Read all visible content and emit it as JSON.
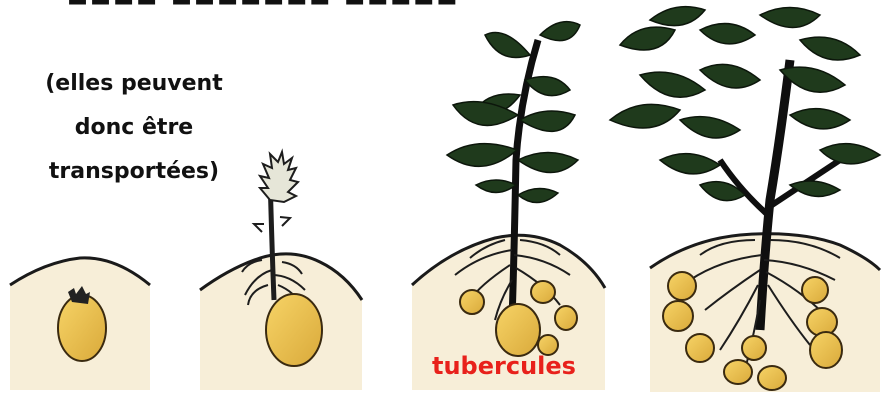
{
  "top_text": "▪▪▪▪ ▪▪▪▪▪▪▪ ▪▪▪▪▪",
  "caption": {
    "line1": "(elles peuvent",
    "line2": "donc être",
    "line3": "transportées)"
  },
  "tuber_label": "tubercules",
  "colors": {
    "soil": "#f7eed8",
    "soil_outline": "#1a1a1a",
    "tuber": "#efc34a",
    "tuber_outline": "#3a2a10",
    "leaf": "#1f3a1c",
    "label_red": "#e8211b"
  },
  "stages": [
    {
      "name": "tuber-planted"
    },
    {
      "name": "sprouting-tuber"
    },
    {
      "name": "young-plant-with-tubers"
    },
    {
      "name": "mature-plant-with-tubers"
    }
  ]
}
